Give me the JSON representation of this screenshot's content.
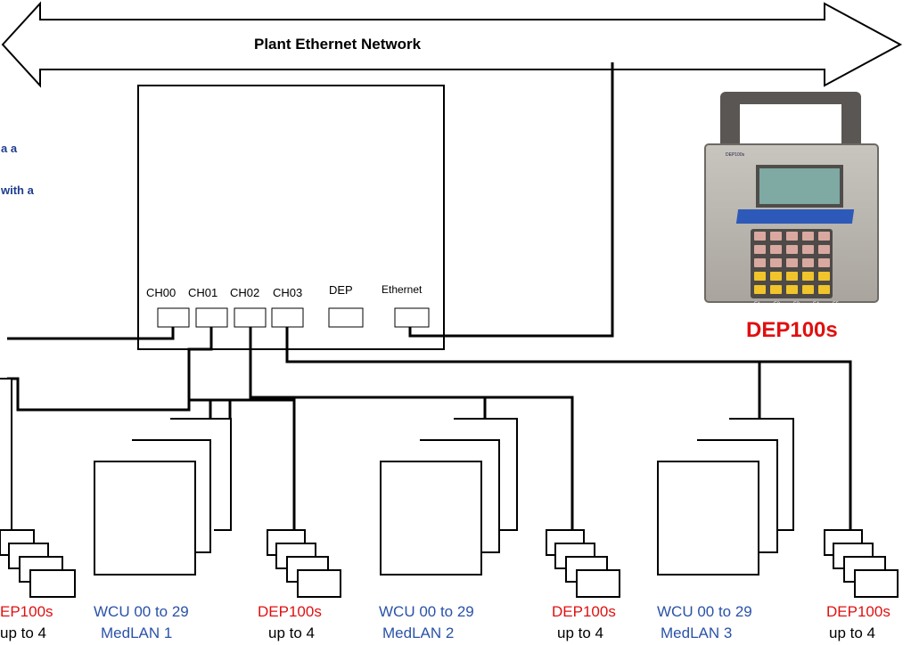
{
  "network": {
    "title": "Plant Ethernet Network"
  },
  "side_notes": [
    "a a",
    "with a"
  ],
  "controller": {
    "ports": [
      "CH00",
      "CH01",
      "CH02",
      "CH03",
      "DEP",
      "Ethernet"
    ]
  },
  "device": {
    "name": "DEP100s",
    "screen_label": "DEP100s",
    "fkeys": [
      "F1",
      "F2",
      "F3",
      "F4",
      "F5"
    ]
  },
  "groups": [
    {
      "dep_label": "EP100s",
      "dep_count": "up to 4"
    },
    {
      "wcu_label": "WCU 00 to 29",
      "medlan": "MedLAN 1",
      "dep_label": "DEP100s",
      "dep_count": "up to 4"
    },
    {
      "wcu_label": "WCU 00 to 29",
      "medlan": "MedLAN 2",
      "dep_label": "DEP100s",
      "dep_count": "up to 4"
    },
    {
      "wcu_label": "WCU 00 to 29",
      "medlan": "MedLAN 3",
      "dep_label": "DEP100s",
      "dep_count": "up to 4"
    }
  ],
  "colors": {
    "accent_red": "#e01010",
    "text_blue": "#2a52a8",
    "note_blue": "#1f3d8f",
    "line": "#000000",
    "device_body": "#b9b6b0",
    "device_lcd": "#7fa9a3"
  }
}
